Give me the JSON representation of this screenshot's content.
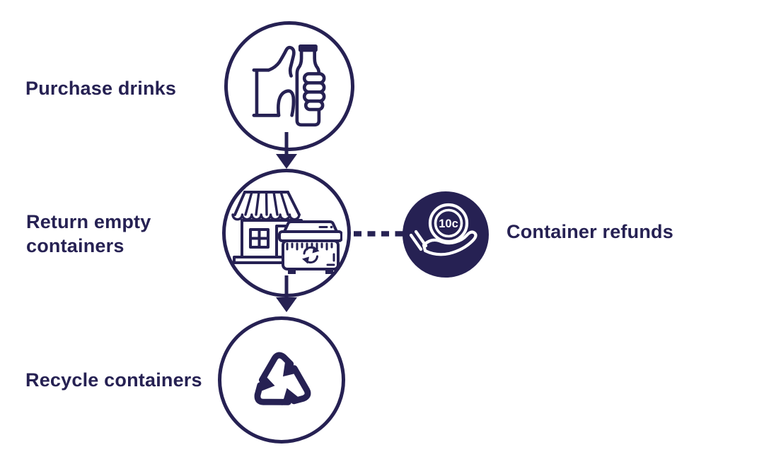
{
  "theme": {
    "accent": "#262153",
    "background": "#ffffff"
  },
  "diagram": {
    "steps": [
      {
        "label": "Purchase drinks",
        "icon": "hand-holding-bottle-icon"
      },
      {
        "label": "Return empty\ncontainers",
        "icon": "store-and-return-bin-icon"
      },
      {
        "label": "Recycle containers",
        "icon": "recycle-arrows-icon"
      }
    ],
    "refund": {
      "label": "Container refunds",
      "coin_text": "10c",
      "icon": "coin-in-hand-icon"
    }
  }
}
